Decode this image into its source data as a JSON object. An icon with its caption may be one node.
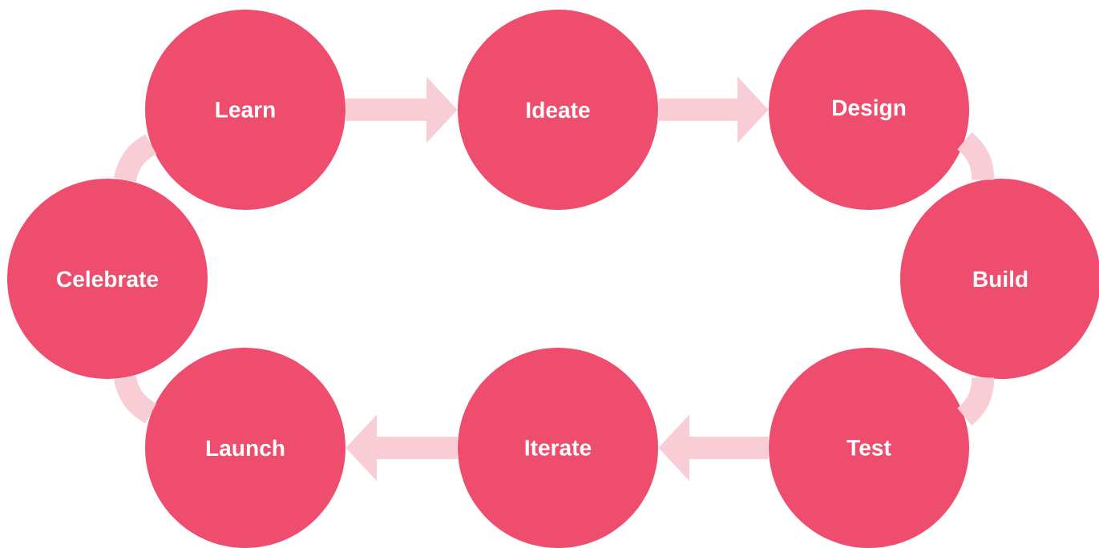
{
  "diagram": {
    "nodes": [
      {
        "text": [
          "Learn"
        ]
      },
      {
        "text": [
          "Ideate"
        ]
      },
      {
        "text": [
          "Design"
        ]
      },
      {
        "text": [
          "Build"
        ]
      },
      {
        "text": [
          "Test"
        ]
      },
      {
        "text": [
          "Iterate"
        ]
      },
      {
        "text": [
          "Launch"
        ]
      },
      {
        "text": [
          "Celebrate"
        ]
      }
    ],
    "edges": [
      {
        "from": 0,
        "to": 1,
        "arrow": "to"
      },
      {
        "from": 1,
        "to": 2,
        "arrow": "to"
      },
      {
        "from": 2,
        "to": 3,
        "arrow": "none"
      },
      {
        "from": 3,
        "to": 4,
        "arrow": "none"
      },
      {
        "from": 4,
        "to": 5,
        "arrow": "to"
      },
      {
        "from": 5,
        "to": 6,
        "arrow": "to"
      },
      {
        "from": 6,
        "to": 7,
        "arrow": "none"
      },
      {
        "from": 7,
        "to": 0,
        "arrow": "none"
      }
    ]
  }
}
